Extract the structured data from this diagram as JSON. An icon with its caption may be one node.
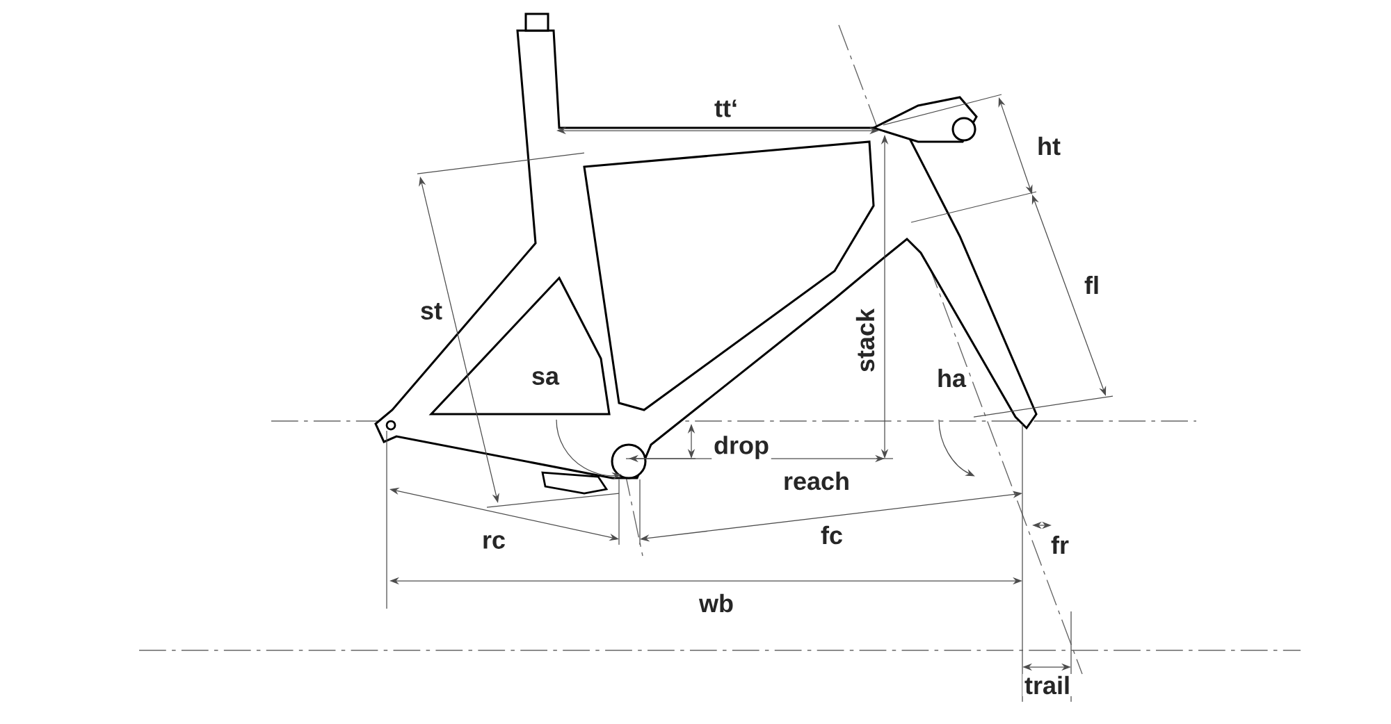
{
  "diagram": {
    "labels": [
      "tt‘",
      "ht",
      "fl",
      "st",
      "stack",
      "sa",
      "ha",
      "drop",
      "reach",
      "rc",
      "fc",
      "fr",
      "wb",
      "trail"
    ]
  }
}
